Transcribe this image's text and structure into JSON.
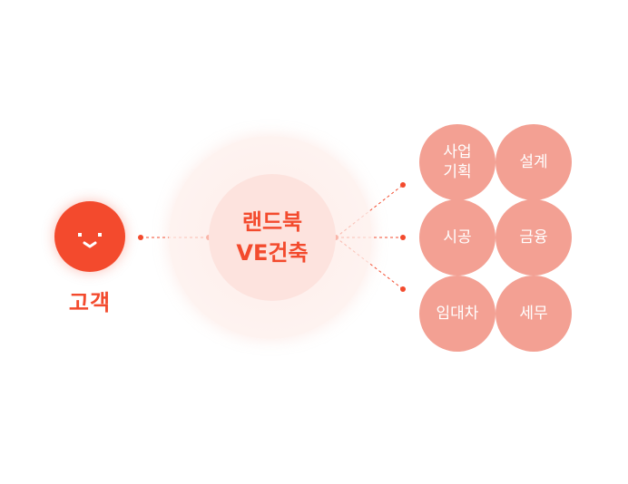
{
  "customer": {
    "label": "고객",
    "icon": "smiley-face-icon"
  },
  "hub": {
    "line1": "랜드북",
    "line2": "VE건축"
  },
  "services": [
    {
      "line1": "사업",
      "line2": "기획"
    },
    {
      "line1": "설계",
      "line2": ""
    },
    {
      "line1": "시공",
      "line2": ""
    },
    {
      "line1": "금융",
      "line2": ""
    },
    {
      "line1": "임대차",
      "line2": ""
    },
    {
      "line1": "세무",
      "line2": ""
    }
  ],
  "colors": {
    "accent": "#f34a2d",
    "service_fill": "#f3a093",
    "hub_fill": "#fde3de",
    "connector": "#f34a2d"
  }
}
